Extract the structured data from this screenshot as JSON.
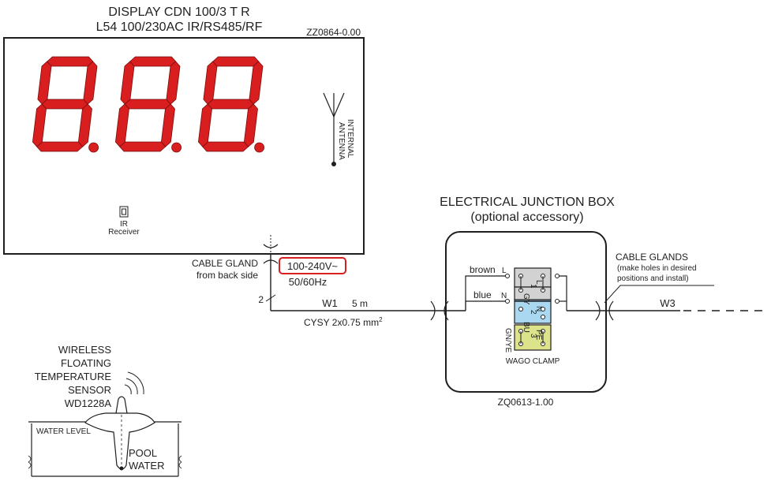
{
  "display": {
    "title_line1": "DISPLAY CDN 100/3 T R",
    "title_line2": "L54 100/230AC IR/RS485/RF",
    "code": "ZZ0864-0.00",
    "antenna_line1": "INTERNAL",
    "antenna_line2": "ANTENNA",
    "ir_line1": "IR",
    "ir_line2": "Receiver",
    "segment_color": "#d81e1e"
  },
  "cable": {
    "gland_line1": "CABLE GLAND",
    "gland_line2": "from back side",
    "voltage": "100-240V~",
    "frequency": "50/60Hz",
    "pin_number": "2",
    "w1_name": "W1",
    "w1_length": "5 m",
    "spec": "CYSY 2x0.75 mm",
    "spec_sup": "2"
  },
  "junction_box": {
    "title_line1": "ELECTRICAL JUNCTION BOX",
    "title_line2": "(optional accessory)",
    "code": "ZQ0613-1.00",
    "wire_brown": "brown",
    "wire_blue": "blue",
    "label_L": "L",
    "label_N": "N",
    "clamp_label": "WAGO CLAMP",
    "gnye_label": "GN/YE",
    "clamps": [
      {
        "color_code": "GY",
        "term": "L",
        "num": "1"
      },
      {
        "color_code": "BU",
        "term": "N",
        "num": "2"
      },
      {
        "color_code": "",
        "term": "PE",
        "num": "3"
      }
    ],
    "glands_line1": "CABLE GLANDS",
    "glands_line2": "(make holes in desired",
    "glands_line3": "positions and install)",
    "w3_name": "W3",
    "colors": {
      "gray": "#d2d2d2",
      "blue": "#a9d8f0",
      "yellow": "#dce38b"
    }
  },
  "sensor": {
    "line1": "WIRELESS",
    "line2": "FLOATING",
    "line3": "TEMPERATURE",
    "line4": "SENSOR",
    "line5": "WD1228A",
    "water_level": "WATER LEVEL",
    "pool_line1": "POOL",
    "pool_line2": "WATER"
  }
}
